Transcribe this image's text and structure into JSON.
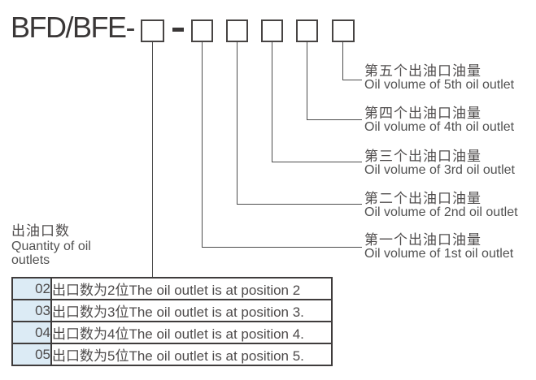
{
  "diagram": {
    "model_prefix": "BFD/BFE-",
    "separator_dash": "-",
    "code_box_count": 6
  },
  "outlet_labels": [
    {
      "zh": "第五个出油口油量",
      "en": "Oil volume of 5th oil outlet"
    },
    {
      "zh": "第四个出油口油量",
      "en": "Oil volume of 4th oil outlet"
    },
    {
      "zh": "第三个出油口油量",
      "en": "Oil volume of 3rd oil outlet"
    },
    {
      "zh": "第二个出油口油量",
      "en": "Oil volume of 2nd oil outlet"
    },
    {
      "zh": "第一个出油口油量",
      "en": "Oil volume of 1st oil outlet"
    }
  ],
  "quantity_label": {
    "zh": "出油口数",
    "en": "Quantity of oil outlets"
  },
  "options_table": {
    "rows": [
      {
        "code": "02",
        "description": "出口数为2位The oil outlet is at position 2"
      },
      {
        "code": "03",
        "description": "出口数为3位The oil outlet is at position 3."
      },
      {
        "code": "04",
        "description": "出口数为4位The oil outlet is at position 4."
      },
      {
        "code": "05",
        "description": "出口数为5位The oil outlet is at position 5."
      }
    ]
  },
  "colors": {
    "line": "#4d4d4d",
    "text": "#4a4a4a",
    "code_cell_background": "#dcebf5",
    "table_border": "#3f3c3c"
  }
}
